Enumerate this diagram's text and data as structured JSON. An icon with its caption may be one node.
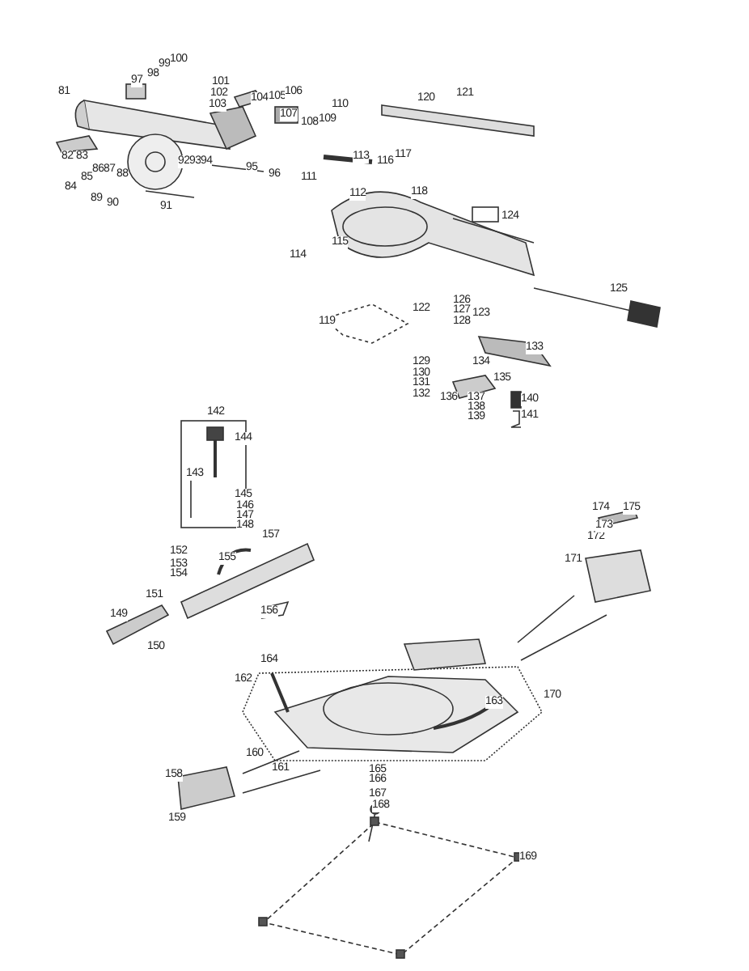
{
  "diagram": {
    "labels": [
      "81",
      "82",
      "83",
      "84",
      "85",
      "86",
      "87",
      "88",
      "89",
      "90",
      "91",
      "92",
      "93",
      "94",
      "95",
      "96",
      "97",
      "98",
      "99",
      "100",
      "101",
      "102",
      "103",
      "104",
      "105",
      "106",
      "107",
      "108",
      "109",
      "110",
      "111",
      "112",
      "113",
      "114",
      "115",
      "116",
      "117",
      "118",
      "119",
      "120",
      "121",
      "122",
      "123",
      "124",
      "125",
      "126",
      "127",
      "128",
      "129",
      "130",
      "131",
      "132",
      "133",
      "134",
      "135",
      "136",
      "137",
      "138",
      "139",
      "140",
      "141",
      "142",
      "143",
      "144",
      "145",
      "146",
      "147",
      "148",
      "149",
      "150",
      "151",
      "152",
      "153",
      "154",
      "155",
      "156",
      "157",
      "158",
      "159",
      "160",
      "161",
      "162",
      "163",
      "164",
      "165",
      "166",
      "167",
      "168",
      "169",
      "170",
      "171",
      "172",
      "173",
      "174",
      "175"
    ]
  }
}
